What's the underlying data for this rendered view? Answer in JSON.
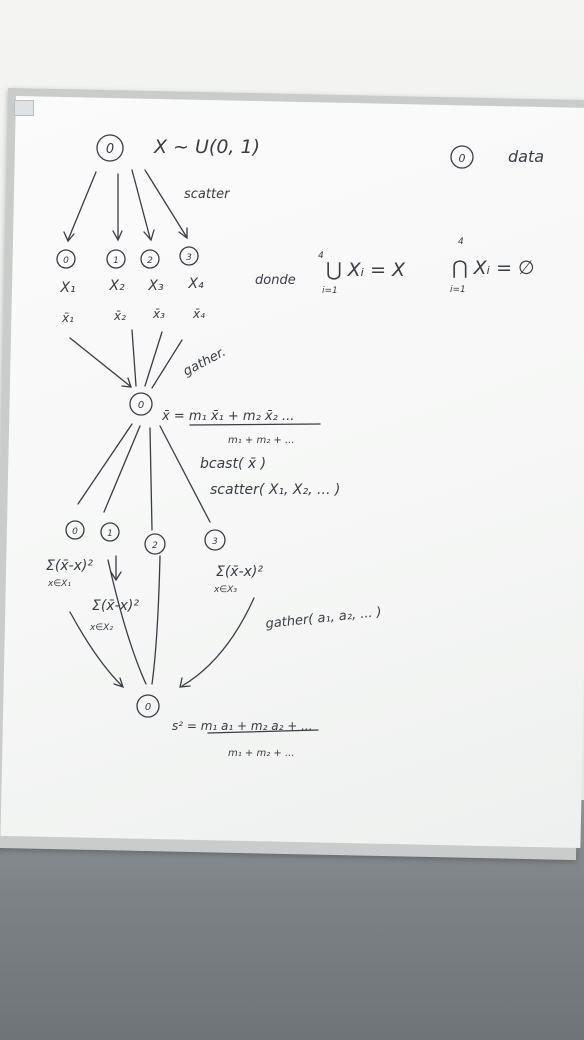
{
  "board": {
    "root_node": "0",
    "distribution": "X ~ U(0, 1)",
    "data_node": "0",
    "data_label": "data",
    "scatter_label": "scatter",
    "workers": [
      {
        "rank": "0",
        "set": "X₁",
        "mean": "x̄₁"
      },
      {
        "rank": "1",
        "set": "X₂",
        "mean": "x̄₂"
      },
      {
        "rank": "2",
        "set": "X₃",
        "mean": "x̄₃"
      },
      {
        "rank": "3",
        "set": "X₄",
        "mean": "x̄₄"
      }
    ],
    "donde_label": "donde",
    "union_eq": "⋃ Xᵢ = X",
    "union_top": "4",
    "union_bottom": "i=1",
    "inter_eq": "⋂ Xᵢ = ∅",
    "inter_top": "4",
    "inter_bottom": "i=1",
    "gather_label": "gather.",
    "mid_node": "0",
    "mean_numerator": "x̄ = m₁ x̄₁ + m₂ x̄₂ ...",
    "mean_denominator": "m₁ + m₂ + ...",
    "bcast_label": "bcast( x̄ )",
    "scatter2_label": "scatter( X₁, X₂, ... )",
    "ranks2": [
      "0",
      "1",
      "2",
      "3"
    ],
    "sum0": "Σ(x̄-x)²",
    "sum0_sub": "x∈X₁",
    "sum1": "Σ(x̄-x)²",
    "sum1_sub": "x∈X₂",
    "sum3": "Σ(x̄-x)²",
    "sum3_sub": "x∈X₃",
    "gather2_label": "gather( a₁, a₂, ... )",
    "final_node": "0",
    "var_numerator": "s² = m₁ a₁ + m₂ a₂ + ...",
    "var_denominator": "m₁ + m₂ + ..."
  }
}
